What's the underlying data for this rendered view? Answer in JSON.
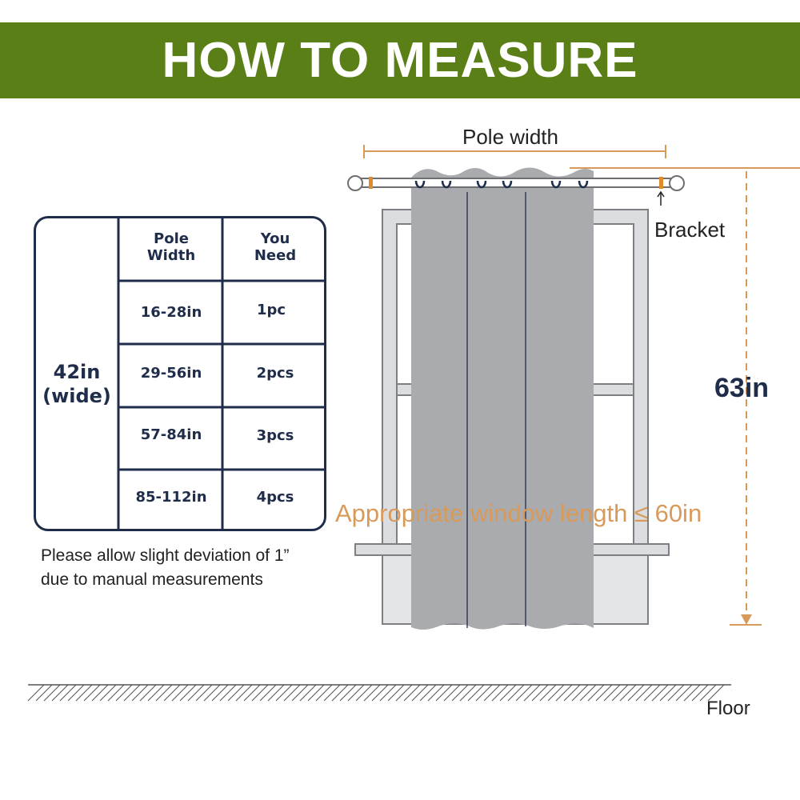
{
  "header": {
    "title": "HOW TO MEASURE"
  },
  "size_table": {
    "curtain_size_line1": "42in",
    "curtain_size_line2": "(wide)",
    "col1_header_line1": "Pole",
    "col1_header_line2": "Width",
    "col2_header_line1": "You",
    "col2_header_line2": "Need",
    "rows": [
      {
        "width": "16-28in",
        "need": "1pc"
      },
      {
        "width": "29-56in",
        "need": "2pcs"
      },
      {
        "width": "57-84in",
        "need": "3pcs"
      },
      {
        "width": "85-112in",
        "need": "4pcs"
      }
    ]
  },
  "note": {
    "line1": "Please allow slight deviation of 1”",
    "line2": "due to manual measurements"
  },
  "diagram": {
    "pole_width_label": "Pole width",
    "bracket_label": "Bracket",
    "length_label": "63in",
    "window_length_label": "Appropriate window length ≤ 60in",
    "floor_label": "Floor"
  },
  "colors": {
    "banner": "#5a7f17",
    "navy": "#1f2d4a",
    "accent_orange": "#d89a5a",
    "curtain_gray": "#a9abae",
    "window_frame": "#d9dadc"
  }
}
